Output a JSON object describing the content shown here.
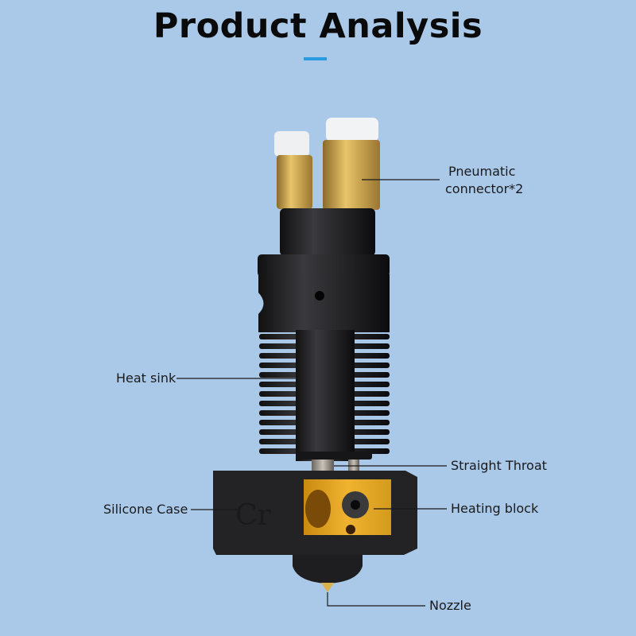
{
  "header": {
    "title": "Product Analysis"
  },
  "labels": {
    "pneumatic_line1": "Pneumatic",
    "pneumatic_line2": "connector*2",
    "heat_sink": "Heat sink",
    "straight_throat": "Straight Throat",
    "silicone_case": "Silicone Case",
    "heating_block": "Heating block",
    "nozzle": "Nozzle"
  },
  "colors": {
    "background": "#aac9e9",
    "accent": "#2a9be0",
    "brass": "#c9a24a",
    "gold": "#e0a020",
    "black": "#1c1c1e"
  }
}
